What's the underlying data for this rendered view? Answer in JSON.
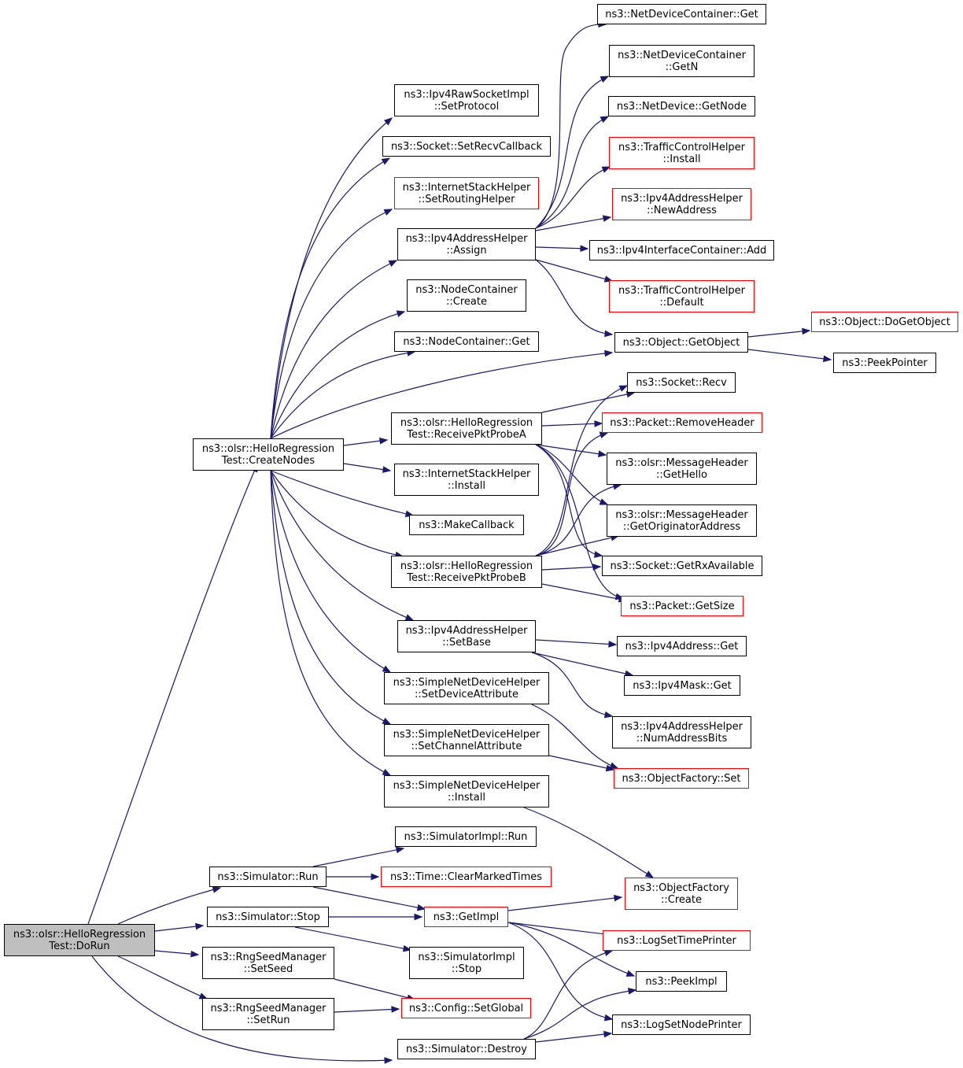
{
  "colors": {
    "edge": "#191970",
    "border_default": "#000000",
    "border_truncated": "#ff0000",
    "root_fill": "#bfbfbf"
  },
  "nodes": {
    "dorun": {
      "lines": [
        "ns3::olsr::HelloRegression",
        "Test::DoRun"
      ]
    },
    "createnodes": {
      "lines": [
        "ns3::olsr::HelloRegression",
        "Test::CreateNodes"
      ]
    },
    "raw_setproto": {
      "lines": [
        "ns3::Ipv4RawSocketImpl",
        "::SetProtocol"
      ]
    },
    "sock_setrecv": {
      "lines": [
        "ns3::Socket::SetRecvCallback"
      ]
    },
    "ish_setrouting": {
      "lines": [
        "ns3::InternetStackHelper",
        "::SetRoutingHelper"
      ]
    },
    "iah_assign": {
      "lines": [
        "ns3::Ipv4AddressHelper",
        "::Assign"
      ]
    },
    "nc_create": {
      "lines": [
        "ns3::NodeContainer",
        "::Create"
      ]
    },
    "nc_get": {
      "lines": [
        "ns3::NodeContainer::Get"
      ]
    },
    "probe_a": {
      "lines": [
        "ns3::olsr::HelloRegression",
        "Test::ReceivePktProbeA"
      ]
    },
    "ish_install": {
      "lines": [
        "ns3::InternetStackHelper",
        "::Install"
      ]
    },
    "makecallback": {
      "lines": [
        "ns3::MakeCallback"
      ]
    },
    "probe_b": {
      "lines": [
        "ns3::olsr::HelloRegression",
        "Test::ReceivePktProbeB"
      ]
    },
    "iah_setbase": {
      "lines": [
        "ns3::Ipv4AddressHelper",
        "::SetBase"
      ]
    },
    "sndh_setdev": {
      "lines": [
        "ns3::SimpleNetDeviceHelper",
        "::SetDeviceAttribute"
      ]
    },
    "sndh_setchan": {
      "lines": [
        "ns3::SimpleNetDeviceHelper",
        "::SetChannelAttribute"
      ]
    },
    "sndh_install": {
      "lines": [
        "ns3::SimpleNetDeviceHelper",
        "::Install"
      ]
    },
    "ndc_get": {
      "lines": [
        "ns3::NetDeviceContainer::Get"
      ]
    },
    "ndc_getn": {
      "lines": [
        "ns3::NetDeviceContainer",
        "::GetN"
      ]
    },
    "nd_getnode": {
      "lines": [
        "ns3::NetDevice::GetNode"
      ]
    },
    "tch_install": {
      "lines": [
        "ns3::TrafficControlHelper",
        "::Install"
      ]
    },
    "iah_newaddr": {
      "lines": [
        "ns3::Ipv4AddressHelper",
        "::NewAddress"
      ]
    },
    "iic_add": {
      "lines": [
        "ns3::Ipv4InterfaceContainer::Add"
      ]
    },
    "tch_default": {
      "lines": [
        "ns3::TrafficControlHelper",
        "::Default"
      ]
    },
    "obj_getobject": {
      "lines": [
        "ns3::Object::GetObject"
      ]
    },
    "obj_dogetobject": {
      "lines": [
        "ns3::Object::DoGetObject"
      ]
    },
    "peekpointer": {
      "lines": [
        "ns3::PeekPointer"
      ]
    },
    "sock_recv": {
      "lines": [
        "ns3::Socket::Recv"
      ]
    },
    "pkt_removehdr": {
      "lines": [
        "ns3::Packet::RemoveHeader"
      ]
    },
    "mh_gethello": {
      "lines": [
        "ns3::olsr::MessageHeader",
        "::GetHello"
      ]
    },
    "mh_getorig": {
      "lines": [
        "ns3::olsr::MessageHeader",
        "::GetOriginatorAddress"
      ]
    },
    "sock_getrx": {
      "lines": [
        "ns3::Socket::GetRxAvailable"
      ]
    },
    "pkt_getsize": {
      "lines": [
        "ns3::Packet::GetSize"
      ]
    },
    "ipv4addr_get": {
      "lines": [
        "ns3::Ipv4Address::Get"
      ]
    },
    "ipv4mask_get": {
      "lines": [
        "ns3::Ipv4Mask::Get"
      ]
    },
    "iah_numbits": {
      "lines": [
        "ns3::Ipv4AddressHelper",
        "::NumAddressBits"
      ]
    },
    "of_set": {
      "lines": [
        "ns3::ObjectFactory::Set"
      ]
    },
    "sim_run": {
      "lines": [
        "ns3::Simulator::Run"
      ]
    },
    "simimpl_run": {
      "lines": [
        "ns3::SimulatorImpl::Run"
      ]
    },
    "time_clear": {
      "lines": [
        "ns3::Time::ClearMarkedTimes"
      ]
    },
    "of_create": {
      "lines": [
        "ns3::ObjectFactory",
        "::Create"
      ]
    },
    "sim_stop": {
      "lines": [
        "ns3::Simulator::Stop"
      ]
    },
    "getimpl": {
      "lines": [
        "ns3::GetImpl"
      ]
    },
    "logsettime": {
      "lines": [
        "ns3::LogSetTimePrinter"
      ]
    },
    "rng_setseed": {
      "lines": [
        "ns3::RngSeedManager",
        "::SetSeed"
      ]
    },
    "simimpl_stop": {
      "lines": [
        "ns3::SimulatorImpl",
        "::Stop"
      ]
    },
    "peekimpl": {
      "lines": [
        "ns3::PeekImpl"
      ]
    },
    "rng_setrun": {
      "lines": [
        "ns3::RngSeedManager",
        "::SetRun"
      ]
    },
    "cfg_setglobal": {
      "lines": [
        "ns3::Config::SetGlobal"
      ]
    },
    "logsetnode": {
      "lines": [
        "ns3::LogSetNodePrinter"
      ]
    },
    "sim_destroy": {
      "lines": [
        "ns3::Simulator::Destroy"
      ]
    }
  }
}
